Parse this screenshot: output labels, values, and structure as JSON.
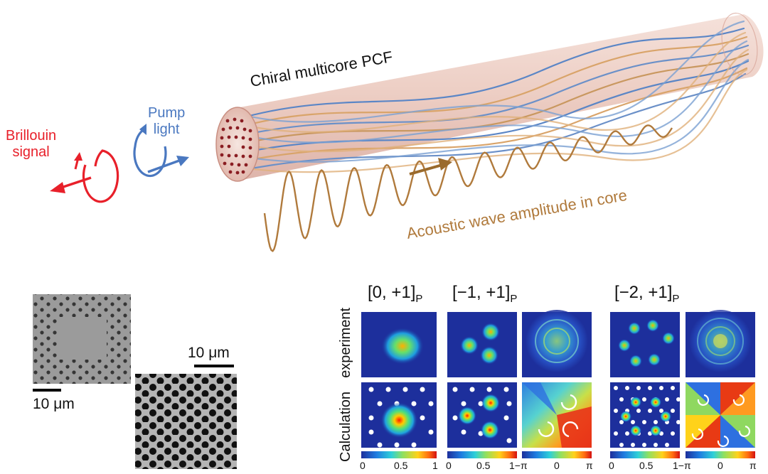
{
  "labels": {
    "fiber": "Chiral multicore PCF",
    "pump_line1": "Pump",
    "pump_line2": "light",
    "brillouin_line1": "Brillouin",
    "brillouin_line2": "signal",
    "acoustic": "Acoustic wave amplitude in core",
    "scale_left": "10 μm",
    "scale_right": "10 μm",
    "row_label_top": "experiment",
    "row_label_bottom": "Calculation"
  },
  "panel_titles": [
    {
      "main": "[0, +1]",
      "sub": "P"
    },
    {
      "main": "[−1, +1]",
      "sub": "P"
    },
    {
      "main": "[−2, +1]",
      "sub": "P"
    }
  ],
  "colorbars": [
    {
      "left": "0",
      "mid": "0.5",
      "right": "1"
    },
    {
      "left": "0",
      "mid": "0.5",
      "right": "1−π"
    },
    {
      "left": "",
      "mid": "0",
      "right": "π"
    },
    {
      "left": "0",
      "mid": "0.5",
      "right": "1−π"
    },
    {
      "left": "",
      "mid": "0",
      "right": "π"
    }
  ],
  "colors": {
    "brillouin": "#e8202a",
    "pump": "#4a78c0",
    "acoustic": "#b07a3c",
    "field_bg": "#1d2f9c"
  }
}
